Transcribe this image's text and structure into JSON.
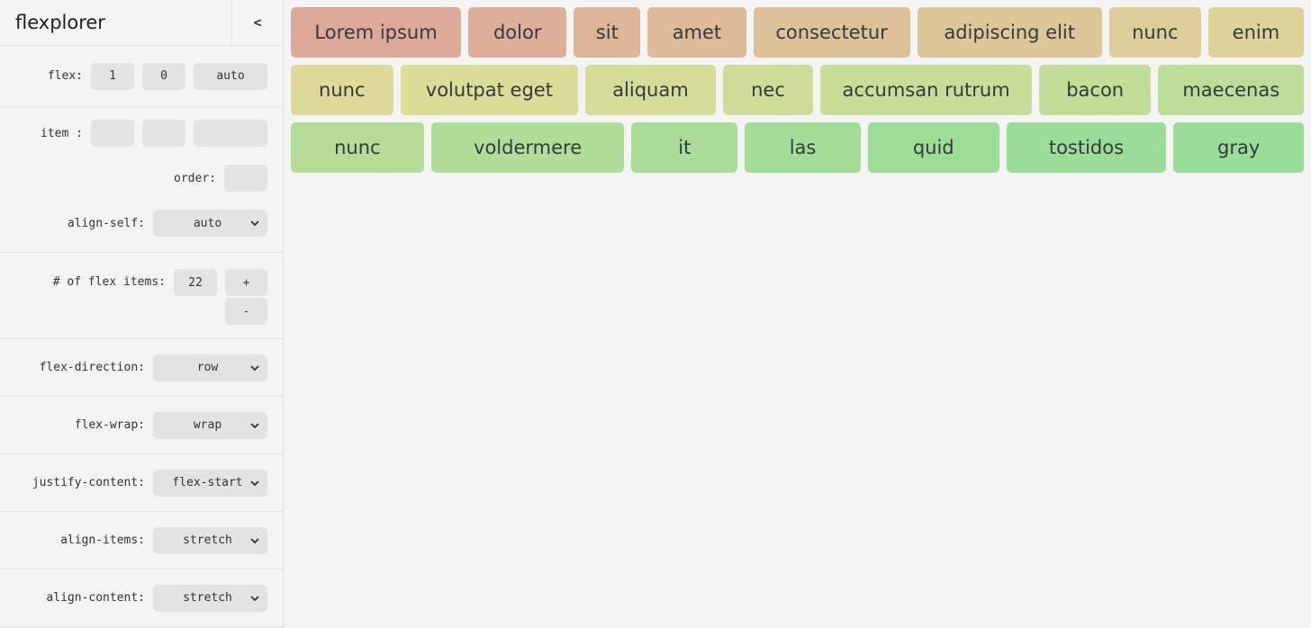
{
  "header": {
    "title": "flexplorer",
    "collapse_label": "<"
  },
  "sidebar": {
    "flex": {
      "label": "flex:",
      "grow": "1",
      "shrink": "0",
      "basis": "auto"
    },
    "item": {
      "label": "item :",
      "grow": "",
      "shrink": "",
      "basis": ""
    },
    "order": {
      "label": "order:",
      "value": ""
    },
    "align_self": {
      "label": "align-self:",
      "value": "auto"
    },
    "count": {
      "label": "# of flex items:",
      "value": "22",
      "increment_label": "+",
      "decrement_label": "-"
    },
    "flex_direction": {
      "label": "flex-direction:",
      "value": "row"
    },
    "flex_wrap": {
      "label": "flex-wrap:",
      "value": "wrap"
    },
    "justify_content": {
      "label": "justify-content:",
      "value": "flex-start"
    },
    "align_items": {
      "label": "align-items:",
      "value": "stretch"
    },
    "align_content": {
      "label": "align-content:",
      "value": "stretch"
    }
  },
  "canvas": {
    "items": [
      {
        "label": "Lorem ipsum",
        "color": "#DDA998",
        "basis": 180
      },
      {
        "label": "dolor",
        "color": "#DDAF98",
        "basis": 100
      },
      {
        "label": "sit",
        "color": "#DDB598",
        "basis": 65
      },
      {
        "label": "amet",
        "color": "#DDBB98",
        "basis": 100
      },
      {
        "label": "consectetur",
        "color": "#DDC198",
        "basis": 165
      },
      {
        "label": "adipiscing elit",
        "color": "#DDC798",
        "basis": 196
      },
      {
        "label": "nunc",
        "color": "#DDCD98",
        "basis": 93
      },
      {
        "label": "enim",
        "color": "#DDD398",
        "basis": 97
      },
      {
        "label": "nunc",
        "color": "#DDD998",
        "basis": 98
      },
      {
        "label": "volutpat eget",
        "color": "#DADD98",
        "basis": 182
      },
      {
        "label": "aliquam",
        "color": "#D4DD98",
        "basis": 129
      },
      {
        "label": "nec",
        "color": "#CEDD98",
        "basis": 85
      },
      {
        "label": "accumsan rutrum",
        "color": "#C8DD98",
        "basis": 219
      },
      {
        "label": "bacon",
        "color": "#C2DD98",
        "basis": 109
      },
      {
        "label": "maecenas",
        "color": "#BCDD98",
        "basis": 146
      },
      {
        "label": "nunc",
        "color": "#B6DD98",
        "basis": 132
      },
      {
        "label": "voldermere",
        "color": "#B0DD98",
        "basis": 199
      },
      {
        "label": "it",
        "color": "#AADD98",
        "basis": 102
      },
      {
        "label": "las",
        "color": "#A4DD98",
        "basis": 113
      },
      {
        "label": "quid",
        "color": "#9EDD98",
        "basis": 130
      },
      {
        "label": "tostidos",
        "color": "#9BDD98",
        "basis": 162
      },
      {
        "label": "gray",
        "color": "#98DD98",
        "basis": 129
      }
    ]
  },
  "colors": {
    "page_background": "#F4F4F4",
    "control_background": "#E3E3E3",
    "divider": "#E2E2E2",
    "label_text": "#333333",
    "item_text": "#343A40"
  }
}
